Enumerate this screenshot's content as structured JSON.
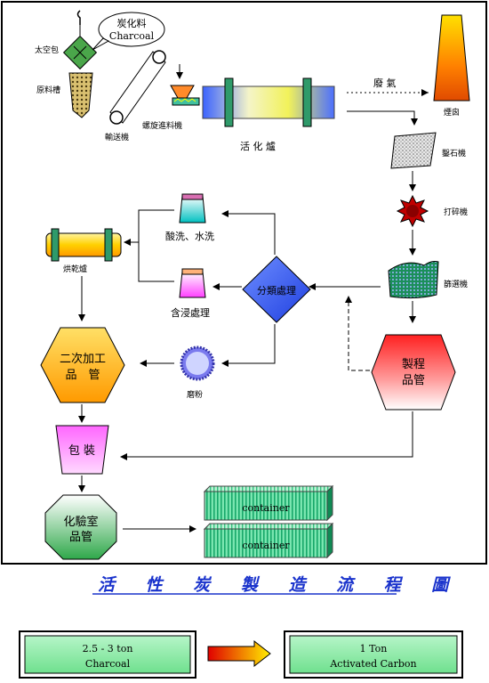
{
  "diagram": {
    "nodes": {
      "bucket": "太空包",
      "bubble_zh": "炭化料",
      "bubble_en": "Charcoal",
      "hopper": "原料槽",
      "conveyor": "輸送機",
      "feeder": "螺旋進料機",
      "furnace": "活 化 爐",
      "exhaust": "廢 氣",
      "chimney": "煙囪",
      "stone": "鑿石機",
      "crusher": "打碎機",
      "sieve": "篩選機",
      "acid_wash": "酸洗、水洗",
      "sort": "分類處理",
      "dryer": "烘乾爐",
      "impregnate": "含浸處理",
      "secondary_line1": "二次加工",
      "secondary_line2": "品　管",
      "process_qc_line1": "製程",
      "process_qc_line2": "品管",
      "grinding": "磨粉",
      "packaging": "包 裝",
      "lab_line1": "化驗室",
      "lab_line2": "品管",
      "container1": "container",
      "container2": "container"
    },
    "title": "活 性 炭 製 造 流 程 圖",
    "input_line1": "2.5 - 3 ton",
    "input_line2": "Charcoal",
    "output_line1": "1 Ton",
    "output_line2": "Activated Carbon"
  }
}
